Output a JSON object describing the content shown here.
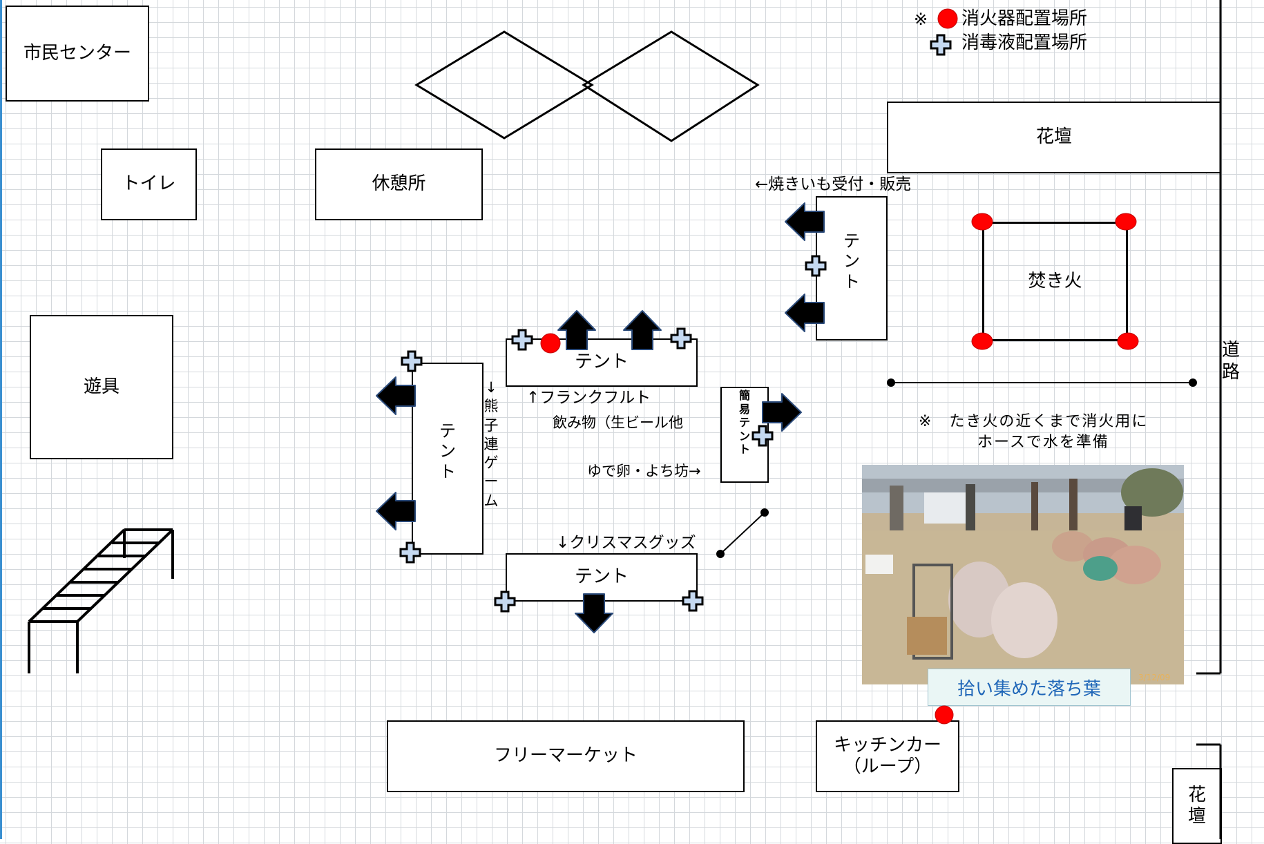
{
  "legend": {
    "extinguisher_mark": "※",
    "extinguisher_text": "消火器配置場所",
    "disinfectant_text": "消毒液配置場所"
  },
  "places": {
    "civic_center": "市民センター",
    "toilet": "トイレ",
    "rest_area": "休憩所",
    "flower_bed_top": "花壇",
    "flower_bed_bottom_chars": [
      "花",
      "壇"
    ],
    "playground": "遊具",
    "bonfire": "焚き火",
    "flea_market": "フリーマーケット",
    "kitchen_car_line1": "キッチンカー",
    "kitchen_car_line2": "（ループ）",
    "road_chars": [
      "道",
      "路"
    ]
  },
  "tents": {
    "tent_label": "テント",
    "tent_vertical_chars": [
      "テ",
      "ン",
      "ト"
    ],
    "simple_tent_chars": [
      "簡",
      "易",
      "テ",
      "ン",
      "ト"
    ]
  },
  "annotations": {
    "sweet_potato": "←焼きいも受付・販売",
    "frankfurt": "↑フランクフルト",
    "drinks": "飲み物（生ビール他",
    "eggs": "ゆで卵・よち坊→",
    "christmas": "↓クリスマスグッズ",
    "kumako_game_chars": [
      "↓",
      "熊",
      "子",
      "連",
      "ゲ",
      "ー",
      "ム"
    ],
    "note_line1": "※　たき火の近くまで消火用に",
    "note_line2": "ホースで水を準備"
  },
  "photo": {
    "caption": "拾い集めた落ち葉",
    "date_stamp": "3/12/09"
  },
  "colors": {
    "extinguisher": "#ff0000",
    "disinfectant_fill": "#c5d9f1",
    "caption_text": "#1f66b8",
    "grid": "#d4d8dc"
  }
}
